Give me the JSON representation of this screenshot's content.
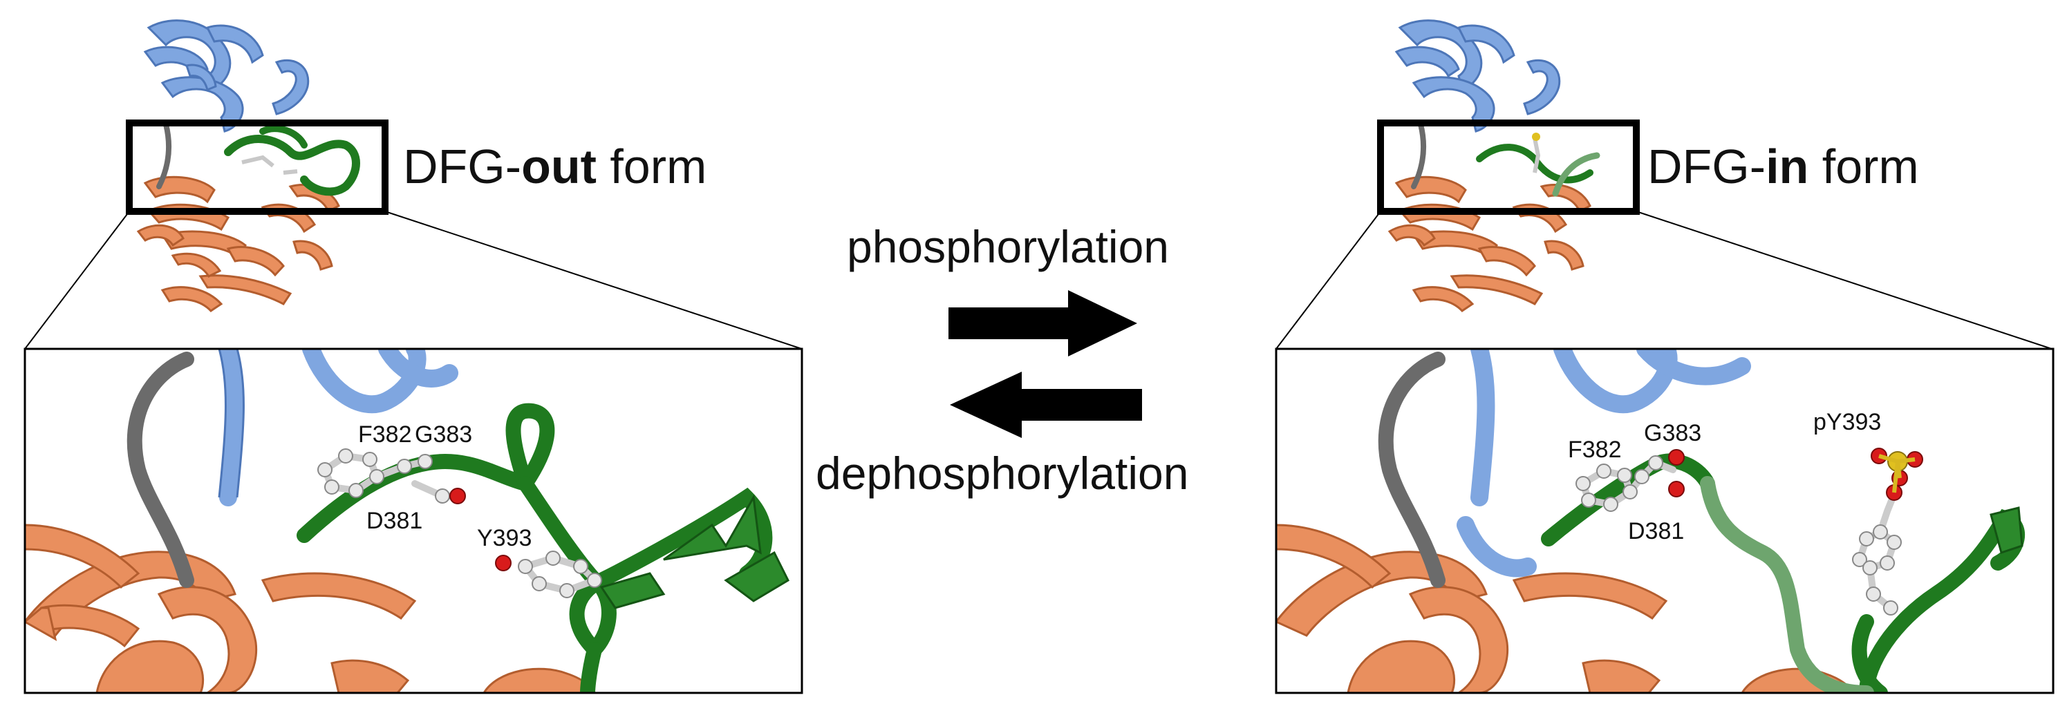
{
  "left_panel": {
    "title_prefix": "DFG-",
    "title_bold": "out",
    "title_suffix": " form",
    "residues": {
      "f382": "F382",
      "g383": "G383",
      "d381": "D381",
      "y393": "Y393"
    }
  },
  "right_panel": {
    "title_prefix": "DFG-",
    "title_bold": "in",
    "title_suffix": " form",
    "residues": {
      "f382": "F382",
      "g383": "G383",
      "d381": "D381",
      "py393": "pY393"
    }
  },
  "center": {
    "forward_label": "phosphorylation",
    "reverse_label": "dephosphorylation"
  },
  "colors": {
    "n_lobe": "#7fa6e0",
    "c_lobe": "#e98f5e",
    "activation_loop": "#1f7a1f",
    "activation_loop_light": "#6ea56e",
    "hinge": "#6b6b6b",
    "oxygen": "#d81b1b",
    "phosphorus": "#e0c020"
  }
}
